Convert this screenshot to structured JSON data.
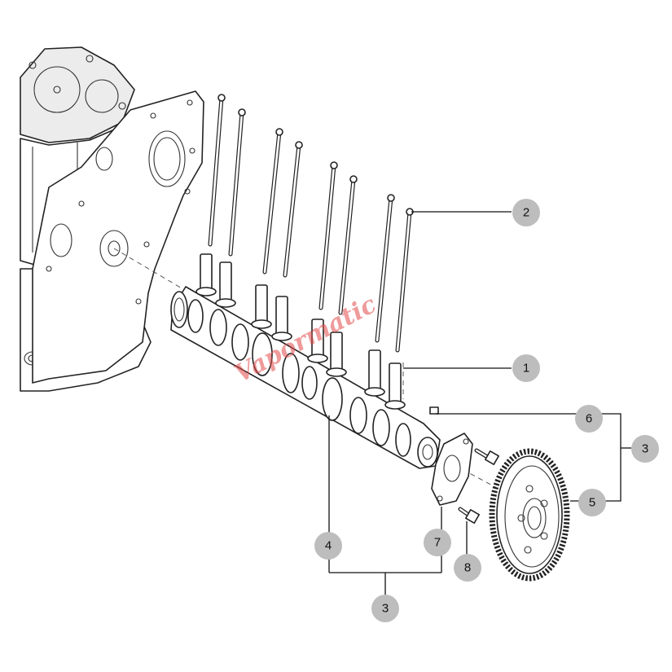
{
  "callouts": [
    {
      "label": "1"
    },
    {
      "label": "2"
    },
    {
      "label": "3"
    },
    {
      "label": "3"
    },
    {
      "label": "4"
    },
    {
      "label": "5"
    },
    {
      "label": "6"
    },
    {
      "label": "7"
    },
    {
      "label": "8"
    }
  ],
  "watermark": {
    "text": "Vapormatic"
  },
  "colors": {
    "callout_fill": "#bdbdbd",
    "line": "#222222",
    "watermark": "#e24a4a"
  }
}
